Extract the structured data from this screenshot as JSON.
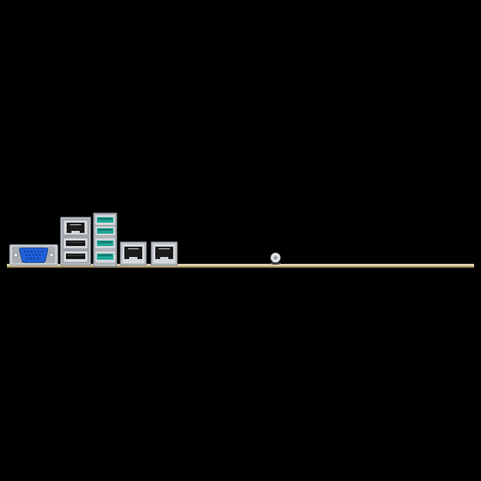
{
  "colors": {
    "background": "#000000",
    "pcb_edge": "#d8c7a0",
    "pcb_edge_dark": "#7a6a45",
    "vga_blue": "#1f5fd8",
    "vga_shell": "#c9cdd2",
    "usb2_black": "#141414",
    "usb3_teal": "#1fa89a",
    "metal": "#b9bec4",
    "metal_dark": "#6f757b",
    "rj45_port": "#1b1b1b",
    "screw": "#e4e6e8"
  },
  "components": [
    {
      "name": "vga-port",
      "icon": "vga-connector-icon"
    },
    {
      "name": "rj45-usb-stack",
      "icon": "lan-usb-stack-icon"
    },
    {
      "name": "usb3-quad-stack",
      "icon": "usb3-stack-icon"
    },
    {
      "name": "rj45-port-1",
      "icon": "lan-port-icon"
    },
    {
      "name": "rj45-port-2",
      "icon": "lan-port-icon"
    },
    {
      "name": "mounting-standoff",
      "icon": "screw-icon"
    },
    {
      "name": "pcb-edge",
      "icon": "circuit-board-edge-icon"
    }
  ]
}
